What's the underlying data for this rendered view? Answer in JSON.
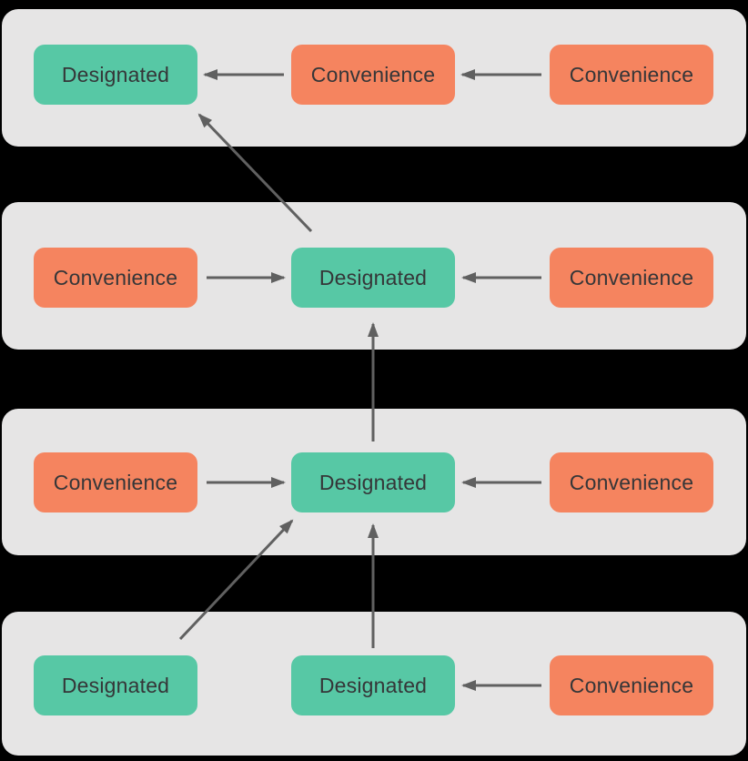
{
  "diagram": {
    "kind": "initializer-delegation-graph",
    "node_labels": {
      "designated": "Designated",
      "convenience": "Convenience"
    },
    "rows": [
      {
        "id": "row-1",
        "nodes": [
          "r1-left",
          "r1-mid",
          "r1-right"
        ]
      },
      {
        "id": "row-2",
        "nodes": [
          "r2-left",
          "r2-mid",
          "r2-right"
        ]
      },
      {
        "id": "row-3",
        "nodes": [
          "r3-left",
          "r3-mid",
          "r3-right"
        ]
      },
      {
        "id": "row-4",
        "nodes": [
          "r4-left",
          "r4-mid",
          "r4-right"
        ]
      }
    ],
    "nodes": [
      {
        "id": "r1-left",
        "label": "Designated",
        "type": "designated"
      },
      {
        "id": "r1-mid",
        "label": "Convenience",
        "type": "convenience"
      },
      {
        "id": "r1-right",
        "label": "Convenience",
        "type": "convenience"
      },
      {
        "id": "r2-left",
        "label": "Convenience",
        "type": "convenience"
      },
      {
        "id": "r2-mid",
        "label": "Designated",
        "type": "designated"
      },
      {
        "id": "r2-right",
        "label": "Convenience",
        "type": "convenience"
      },
      {
        "id": "r3-left",
        "label": "Convenience",
        "type": "convenience"
      },
      {
        "id": "r3-mid",
        "label": "Designated",
        "type": "designated"
      },
      {
        "id": "r3-right",
        "label": "Convenience",
        "type": "convenience"
      },
      {
        "id": "r4-left",
        "label": "Designated",
        "type": "designated"
      },
      {
        "id": "r4-mid",
        "label": "Designated",
        "type": "designated"
      },
      {
        "id": "r4-right",
        "label": "Convenience",
        "type": "convenience"
      }
    ],
    "edges": [
      {
        "from": "r1-mid",
        "to": "r1-left"
      },
      {
        "from": "r1-right",
        "to": "r1-mid"
      },
      {
        "from": "r2-mid",
        "to": "r1-left"
      },
      {
        "from": "r2-left",
        "to": "r2-mid"
      },
      {
        "from": "r2-right",
        "to": "r2-mid"
      },
      {
        "from": "r3-mid",
        "to": "r2-mid"
      },
      {
        "from": "r3-left",
        "to": "r3-mid"
      },
      {
        "from": "r3-right",
        "to": "r3-mid"
      },
      {
        "from": "r4-mid",
        "to": "r3-mid"
      },
      {
        "from": "r4-left",
        "to": "r3-mid"
      },
      {
        "from": "r4-right",
        "to": "r4-mid"
      }
    ],
    "colors": {
      "designated": "#57C8A5",
      "convenience": "#F5845F",
      "row_background": "#E6E5E5",
      "page_background": "#000000",
      "arrow": "#606060",
      "label_text": "#353638"
    }
  }
}
